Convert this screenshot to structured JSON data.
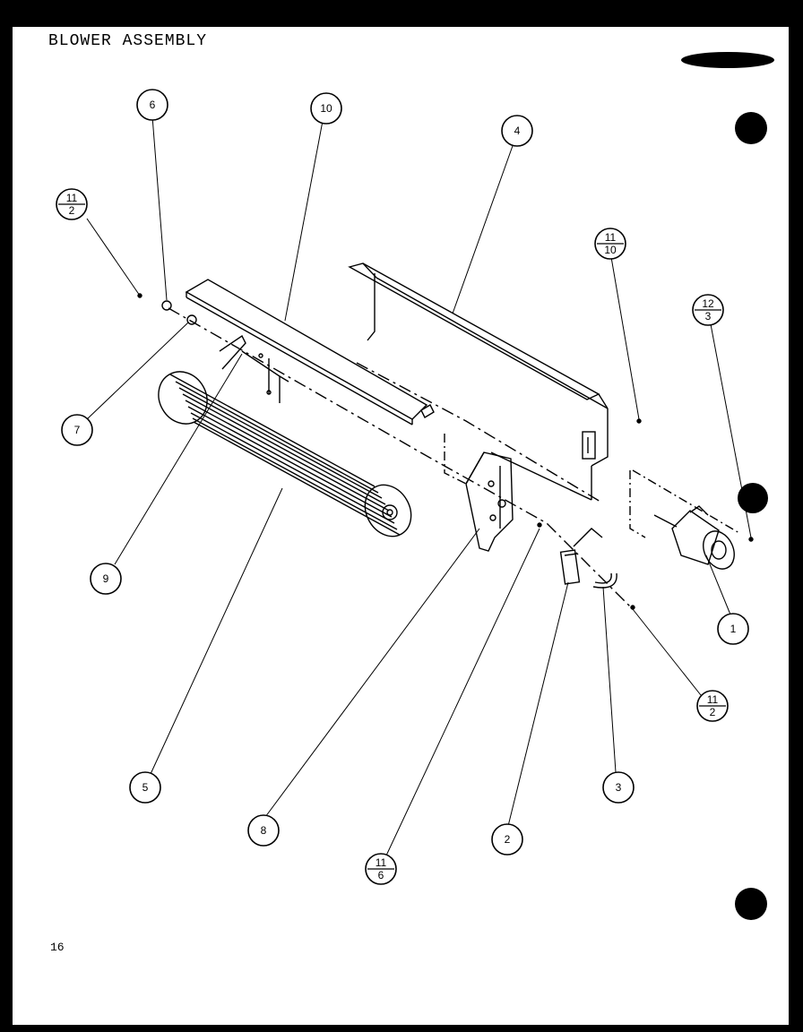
{
  "title": "BLOWER ASSEMBLY",
  "page_number": "16",
  "callouts": [
    {
      "id": "c-6",
      "label": "6"
    },
    {
      "id": "c-10",
      "label": "10"
    },
    {
      "id": "c-4",
      "label": "4"
    },
    {
      "id": "c-11-2-top",
      "top": "11",
      "bottom": "2"
    },
    {
      "id": "c-11-10",
      "top": "11",
      "bottom": "10"
    },
    {
      "id": "c-12-3",
      "top": "12",
      "bottom": "3"
    },
    {
      "id": "c-7",
      "label": "7"
    },
    {
      "id": "c-9",
      "label": "9"
    },
    {
      "id": "c-1",
      "label": "1"
    },
    {
      "id": "c-11-2-right",
      "top": "11",
      "bottom": "2"
    },
    {
      "id": "c-5",
      "label": "5"
    },
    {
      "id": "c-3",
      "label": "3"
    },
    {
      "id": "c-8",
      "label": "8"
    },
    {
      "id": "c-2",
      "label": "2"
    },
    {
      "id": "c-11-6",
      "top": "11",
      "bottom": "6"
    }
  ],
  "icons": [
    "registration-hole-icon",
    "registration-hole-icon",
    "registration-hole-icon",
    "scan-smudge-icon"
  ]
}
